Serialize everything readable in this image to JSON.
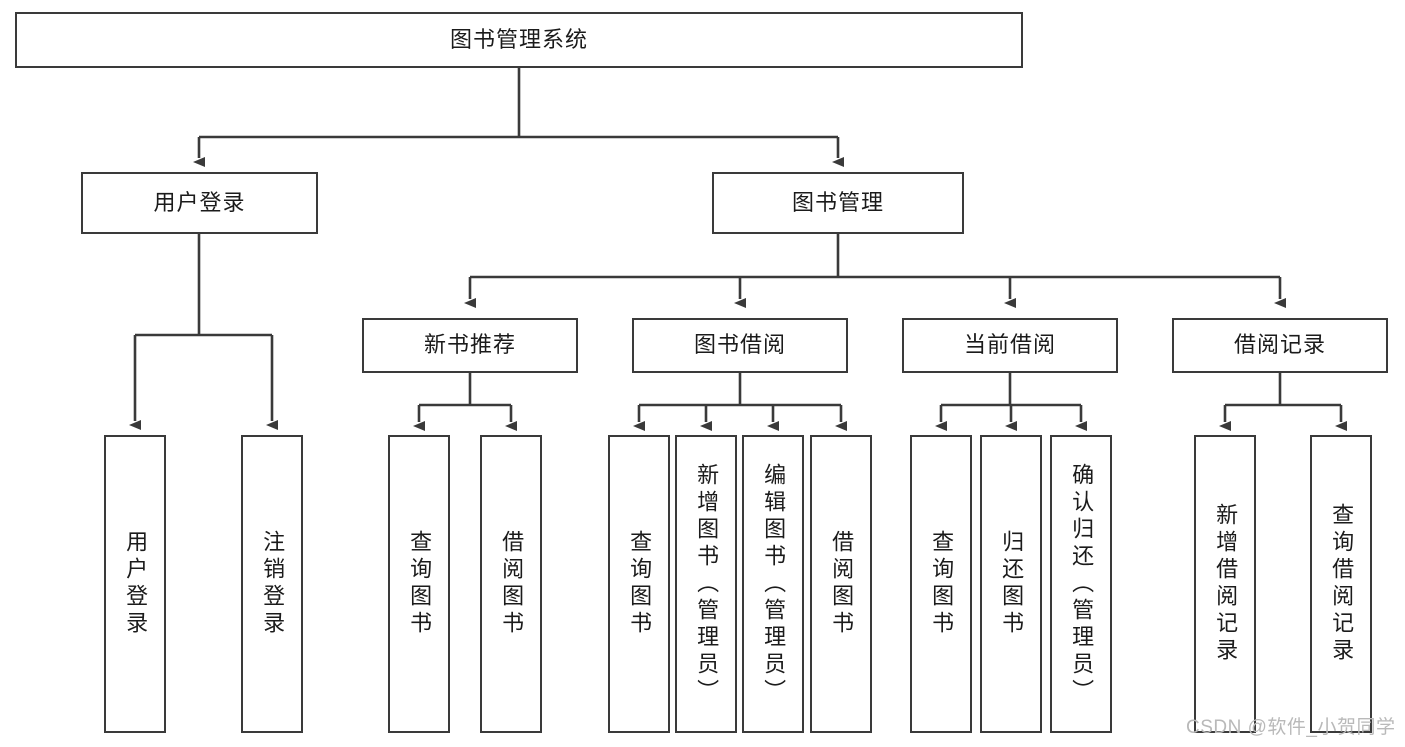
{
  "diagram": {
    "type": "tree",
    "title": "图书管理系统",
    "root": {
      "id": "root",
      "label": "图书管理系统"
    },
    "level1": [
      {
        "id": "user-login",
        "label": "用户登录"
      },
      {
        "id": "book-manage",
        "label": "图书管理"
      }
    ],
    "level2": [
      {
        "id": "new-book-recommend",
        "label": "新书推荐",
        "parent": "book-manage"
      },
      {
        "id": "book-borrow",
        "label": "图书借阅",
        "parent": "book-manage"
      },
      {
        "id": "current-borrow",
        "label": "当前借阅",
        "parent": "book-manage"
      },
      {
        "id": "borrow-record",
        "label": "借阅记录",
        "parent": "book-manage"
      }
    ],
    "leaves": [
      {
        "id": "leaf-user-login",
        "label": "用户登录",
        "parent": "user-login"
      },
      {
        "id": "leaf-user-logout",
        "label": "注销登录",
        "parent": "user-login"
      },
      {
        "id": "leaf-query-book-rec",
        "label": "查询图书",
        "parent": "new-book-recommend"
      },
      {
        "id": "leaf-borrow-book-rec",
        "label": "借阅图书",
        "parent": "new-book-recommend"
      },
      {
        "id": "leaf-query-book-borrow",
        "label": "查询图书",
        "parent": "book-borrow"
      },
      {
        "id": "leaf-add-book",
        "label": "新增图书（管理员）",
        "parent": "book-borrow"
      },
      {
        "id": "leaf-edit-book",
        "label": "编辑图书（管理员）",
        "parent": "book-borrow"
      },
      {
        "id": "leaf-borrow-book",
        "label": "借阅图书",
        "parent": "book-borrow"
      },
      {
        "id": "leaf-query-book-cur",
        "label": "查询图书",
        "parent": "current-borrow"
      },
      {
        "id": "leaf-return-book",
        "label": "归还图书",
        "parent": "current-borrow"
      },
      {
        "id": "leaf-confirm-return",
        "label": "确认归还（管理员）",
        "parent": "current-borrow"
      },
      {
        "id": "leaf-add-record",
        "label": "新增借阅记录",
        "parent": "borrow-record"
      },
      {
        "id": "leaf-query-record",
        "label": "查询借阅记录",
        "parent": "borrow-record"
      }
    ],
    "colors": {
      "border": "#3a3a3a",
      "background": "#ffffff",
      "text": "#1b1b1b",
      "watermark": "#b9b9b9"
    }
  },
  "watermark": {
    "text": "CSDN @软件_小贺同学"
  }
}
